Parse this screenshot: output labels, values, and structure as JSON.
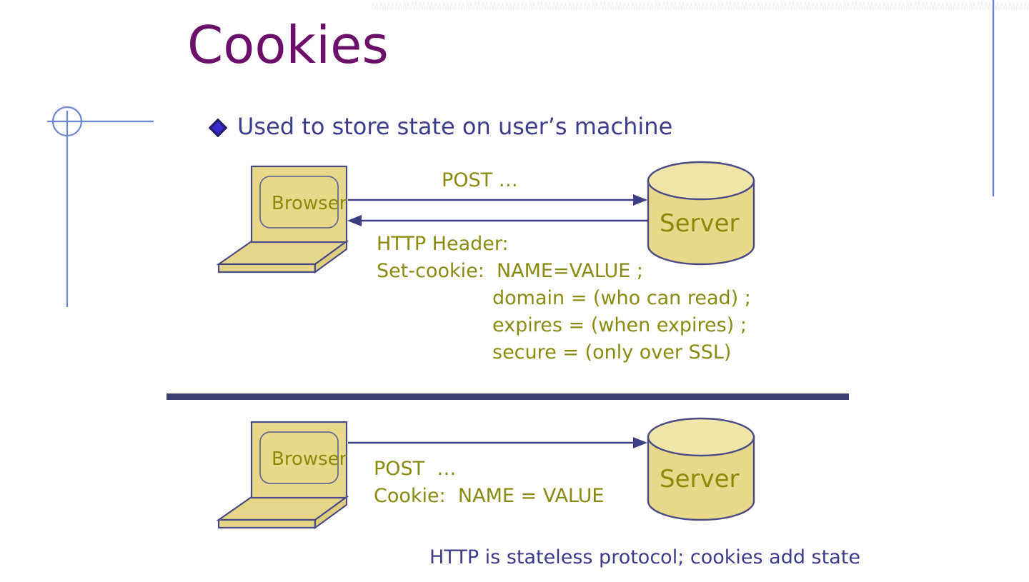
{
  "slide": {
    "title": "Cookies",
    "title_color": "#6b0f6b",
    "background": "#ffffff",
    "bullet": {
      "marker": "diamond-bullet-icon",
      "text": "Used to store state on user’s machine",
      "color": "#3c3c8c"
    },
    "footer_caption": "HTTP is stateless protocol; cookies add state",
    "footer_color": "#3c3c8c"
  },
  "theme": {
    "accent_navy": "#3d3d74",
    "accent_olive": "#8a8a10",
    "shape_fill": "#e8d98a",
    "shape_fill_light": "#f0e5a8",
    "shape_stroke": "#4a4a84",
    "deco_blue": "#6d86cf",
    "divider_color": "#3d3d74"
  },
  "diagram_top": {
    "name": "set-cookie-exchange",
    "browser_label": "Browser",
    "server_label": "Server",
    "request_label": "POST …",
    "response_lines": [
      "HTTP Header:",
      "Set-cookie:  NAME=VALUE ;"
    ],
    "response_attributes": [
      "domain = (who can read) ;",
      "expires = (when expires) ;",
      "secure = (only over SSL)"
    ],
    "arrows": [
      {
        "name": "arrow-browser-to-server",
        "direction": "right"
      },
      {
        "name": "arrow-server-to-browser",
        "direction": "left"
      }
    ]
  },
  "diagram_bottom": {
    "name": "send-cookie-exchange",
    "browser_label": "Browser",
    "server_label": "Server",
    "request_lines": [
      "POST  …",
      "Cookie:  NAME = VALUE"
    ],
    "arrows": [
      {
        "name": "arrow-browser-to-server",
        "direction": "right"
      }
    ]
  }
}
